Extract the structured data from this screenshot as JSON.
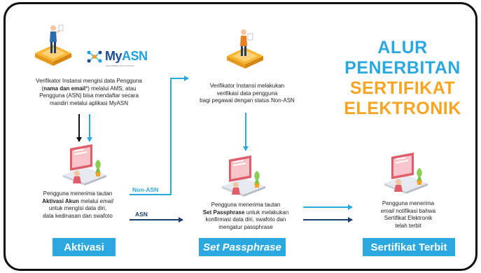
{
  "title": {
    "line1": "ALUR",
    "line2": "PENERBITAN",
    "line3": "SERTIFIKAT",
    "line4": "ELEKTRONIK"
  },
  "colors": {
    "blue": "#2ba8e0",
    "orange": "#f6a421",
    "navy": "#1c3f70",
    "black": "#111111"
  },
  "logo": {
    "text_a": "My",
    "text_b": "ASN",
    "tagline": "MANAJEMEN ASN NASIONAL"
  },
  "steps": {
    "verifikasi": {
      "l1_pre": "Verifikator Instansi mengisi data Pengguna",
      "l2_open": "(",
      "l2_bold": "nama dan email",
      "l2_post": "*) melalui AMS; atau",
      "l3": "Pengguna (ASN) bisa mendaftar secara",
      "l4": "mandiri melalui aplikasi MyASN"
    },
    "nonasn_verif": {
      "l1": "Verifikator Instansi melakukan",
      "l2": "verifikasi data pengguna",
      "l3": "bagi pegawai dengan status Non-ASN"
    },
    "aktivasi": {
      "l1": "Pengguna menerima tautan",
      "l2_bold": "Aktivasi Akun",
      "l2_mid": " melalui ",
      "l2_ital": "email",
      "l3": "untuk mengisi data diri,",
      "l4": "data kedinasan dan swafoto",
      "label": "Aktivasi"
    },
    "passphrase": {
      "l1": "Pengguna menerima tautan",
      "l2_bold": "Set Passphrase",
      "l2_post": " untuk melakukan",
      "l3": "konfirmasi data diri, swafoto dan",
      "l4": "mengatur passphrase",
      "label": "Set Passphrase"
    },
    "terbit": {
      "l1": "Pengguna menerima",
      "l2_ital": "email",
      "l2_post": " notifikasi bahwa",
      "l3": "Sertifikat Elektronik",
      "l4": "telah terbit",
      "label": "Sertifikat Terbit"
    }
  },
  "paths": {
    "non_asn": "Non-ASN",
    "asn": "ASN"
  }
}
